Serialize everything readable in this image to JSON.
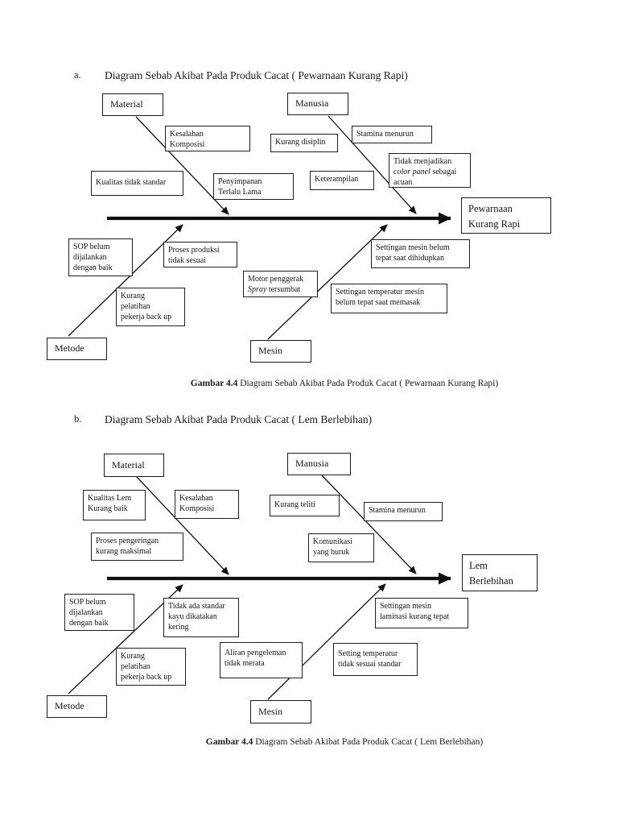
{
  "page": {
    "background": "#ffffff"
  },
  "a": {
    "label": "a.",
    "title": "Diagram Sebab Akibat Pada Produk Cacat ( Pewarnaan Kurang Rapi)",
    "categories": {
      "material": "Material",
      "manusia": "Manusia",
      "metode": "Metode",
      "mesin": "Mesin"
    },
    "effect": "Pewarnaan\nKurang Rapi",
    "causes": {
      "kesalahan_komposisi": "Kesalahan\nKomposisi",
      "kurang_disiplin": "Kurang disiplin",
      "stamina_menurun": "Stamina menurun",
      "tidak_menjadikan_pre": "Tidak menjadikan\n",
      "tidak_menjadikan_italic": "color panel",
      "tidak_menjadikan_post": " sebagai\nacuan",
      "kualitas_tidak_standar": "Kualitas tidak standar",
      "penyimpanan_terlalu_lama": "Penyimpanan\nTerlalu Lama",
      "keterampilan": "Keterampilan",
      "sop_belum": "SOP belum\ndijalankan\ndengan baik",
      "proses_produksi": "Proses produksi\ntidak sesuai",
      "motor_pre": "Motor penggerak\n",
      "motor_italic": "Spray",
      "motor_post": " tersumbat",
      "settingan_mesin": "Settingan mesin belum\ntepat saat dihidupkan",
      "settingan_temperatur": "Settingan temperatur mesin\nbelum tepat saat memasak",
      "kurang_pelatihan": "Kurang\npelatihan\npekerja back up"
    },
    "caption": {
      "bold": "Gambar 4.4",
      "rest": " Diagram Sebab Akibat Pada Produk Cacat ( Pewarnaan Kurang Rapi)"
    }
  },
  "b": {
    "label": "b.",
    "title": "Diagram Sebab Akibat Pada Produk Cacat ( Lem Berlebihan)",
    "categories": {
      "material": "Material",
      "manusia": "Manusia",
      "metode": "Metode",
      "mesin": "Mesin"
    },
    "effect": "Lem\nBerlebihan",
    "causes": {
      "kualitas_lem": "Kualitas Lem\nKurang baik",
      "kesalahan_komposisi": "Kesalahan\nKomposisi",
      "kurang_teliti": "Kurang teliti",
      "stamina_menurun": "Stamina menurun",
      "proses_pengeringan": "Proses pengeringan\nkurang maksimal",
      "komunikasi": "Komunikasi\nyang buruk",
      "sop_belum": "SOP belum\ndijalankan\ndengan baik",
      "tidak_ada_standar": "Tidak ada standar\nkayu dikatakan\nkering",
      "settingan_laminasi": "Settingan mesin\nlaminasi kurang tepat",
      "kurang_pelatihan": "Kurang\npelatihan\npekerja back up",
      "aliran_pengeleman": "Aliran pengeleman\ntidak merata",
      "setting_temperatur": "Setting temperatur\ntidak sesuai standar"
    },
    "caption": {
      "bold": "Gambar 4.4",
      "rest": " Diagram Sebab Akibat Pada Produk Cacat ( Lem Berlebihan)"
    }
  }
}
